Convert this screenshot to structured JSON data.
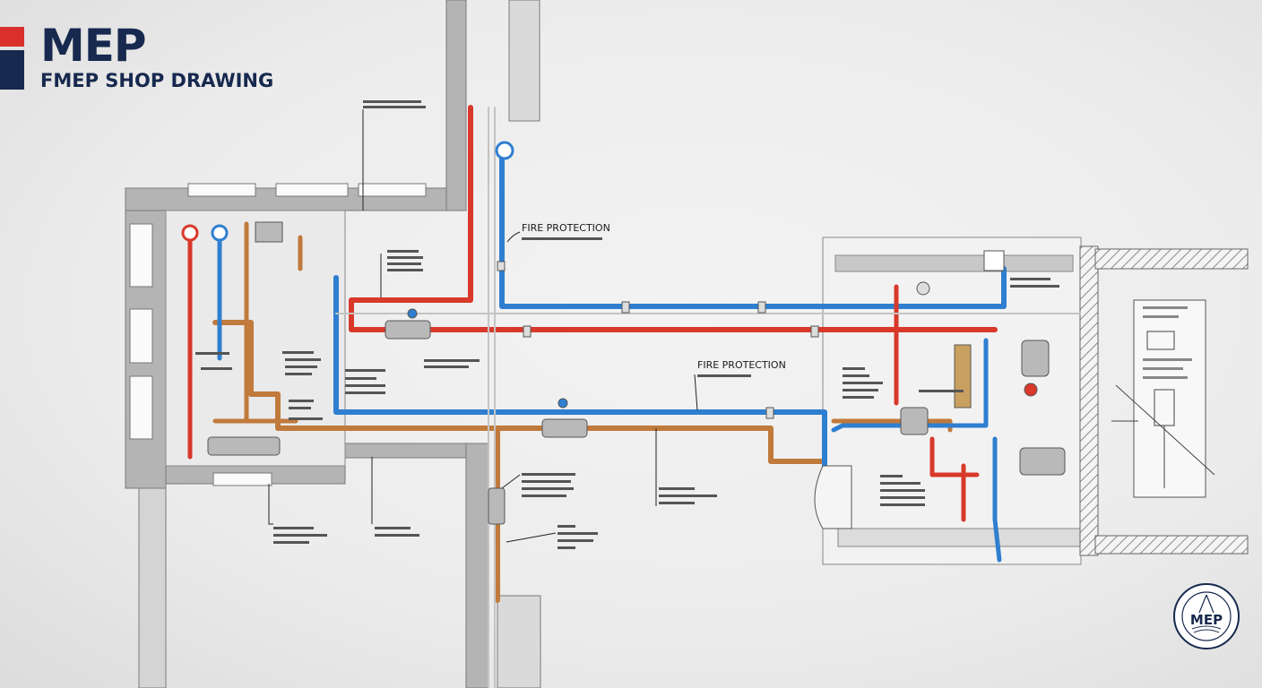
{
  "header": {
    "logo_text": "MEP",
    "subtitle": "FMEP SHOP DRAWING"
  },
  "labels": {
    "fire_protection_1": "FIRE PROTECTION",
    "fire_protection_2": "FIRE PROTECTION"
  },
  "stamp": {
    "center_text": "MEP"
  },
  "colors": {
    "hot_pipe": "#d8392b",
    "cold_pipe": "#2e7fd0",
    "copper_pipe": "#c07a3c",
    "wall": "#a9a9a9",
    "brand_navy": "#17294f",
    "brand_red": "#d9302c"
  }
}
